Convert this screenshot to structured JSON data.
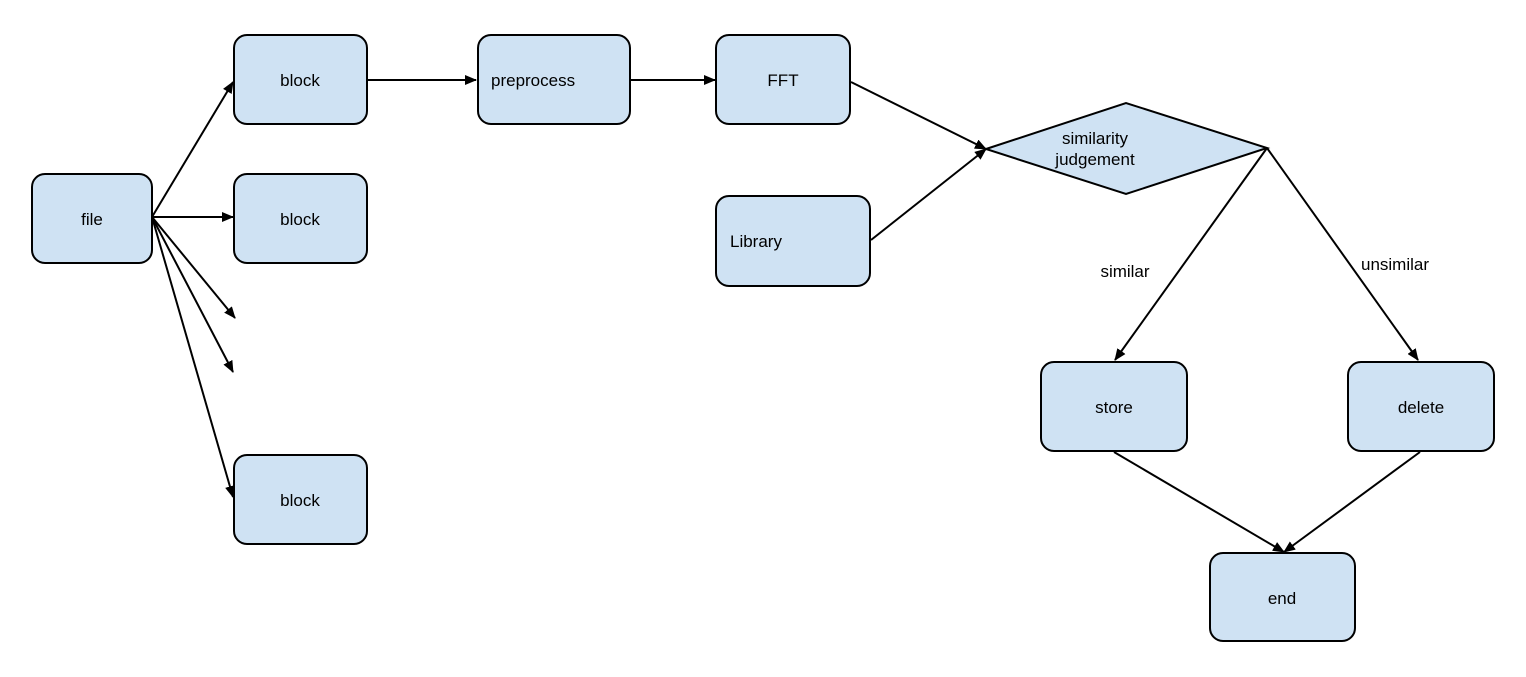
{
  "nodes": {
    "file": "file",
    "block_top": "block",
    "block_mid": "block",
    "block_bottom": "block",
    "preprocess": "preprocess",
    "fft": "FFT",
    "library": "Library",
    "similarity_line1": "similarity",
    "similarity_line2": "judgement",
    "store": "store",
    "delete": "delete",
    "end": "end"
  },
  "edge_labels": {
    "similar": "similar",
    "unsimilar": "unsimilar"
  },
  "colors": {
    "node_fill": "#cfe2f3",
    "stroke": "#000000"
  }
}
